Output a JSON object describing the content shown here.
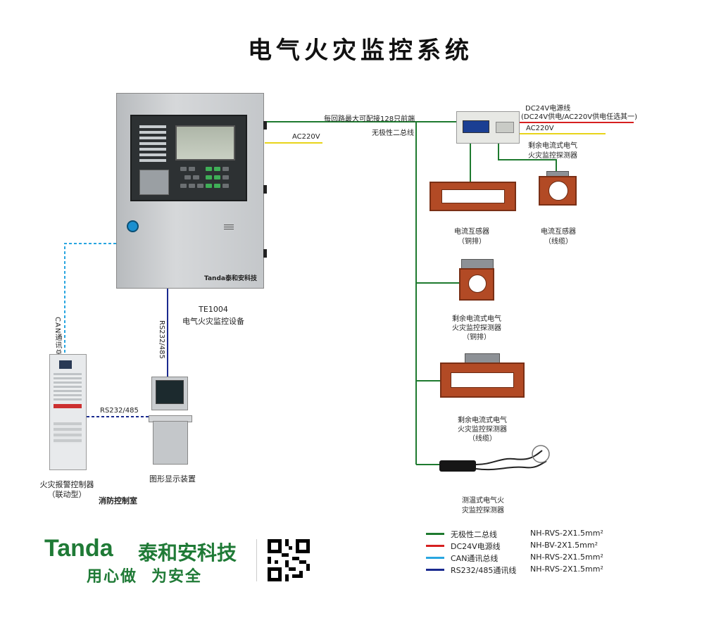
{
  "title": "电气火灾监控系统",
  "colors": {
    "bus": "#1e7a2f",
    "power_dc": "#d62020",
    "can": "#29a6e0",
    "rs485": "#1a2a8f",
    "ac": "#e8d41a",
    "brand": "#1f7a36"
  },
  "main_device": {
    "brand": "Tanda泰和安科技",
    "model": "TE1004",
    "name": "电气火灾监控设备"
  },
  "labels": {
    "bus_note": "每回路最大可配接128只前端",
    "bus_name": "无极性二总线",
    "ac_left": "AC220V",
    "dc_power": "DC24V电源线",
    "dc_note": "(DC24V供电/AC220V供电任选其一)",
    "ac_right": "AC220V",
    "module_name_1": "剩余电流式电气",
    "module_name_2": "火灾监控探测器",
    "can_bus": "CAN通讯总线",
    "rs_vert": "RS232/485",
    "rs_horiz": "RS232/485"
  },
  "sensors": [
    {
      "line1": "电流互感器",
      "line2": "（铜排）"
    },
    {
      "line1": "电流互感器",
      "line2": "（线缆）"
    },
    {
      "line1": "剩余电流式电气",
      "line2": "火灾监控探测器",
      "line3": "（铜排）"
    },
    {
      "line1": "剩余电流式电气",
      "line2": "火灾监控探测器",
      "line3": "（线缆）"
    },
    {
      "line1": "测温式电气火",
      "line2": "灾监控探测器"
    }
  ],
  "fire_controller": {
    "line1": "火灾报警控制器",
    "line2": "（联动型）"
  },
  "graphic_terminal": {
    "name": "图形显示装置"
  },
  "room": "消防控制室",
  "footer": {
    "brand_en": "Tanda",
    "brand_cn": "泰和安科技",
    "slogan_a": "用心做",
    "slogan_b": "为安全"
  },
  "legend": [
    {
      "name": "无极性二总线",
      "spec": "NH-RVS-2X1.5mm²",
      "color": "#1e7a2f"
    },
    {
      "name": "DC24V电源线",
      "spec": "NH-BV-2X1.5mm²",
      "color": "#d62020"
    },
    {
      "name": "CAN通讯总线",
      "spec": "NH-RVS-2X1.5mm²",
      "color": "#29a6e0"
    },
    {
      "name": "RS232/485通讯线",
      "spec": "NH-RVS-2X1.5mm²",
      "color": "#1a2a8f"
    }
  ]
}
